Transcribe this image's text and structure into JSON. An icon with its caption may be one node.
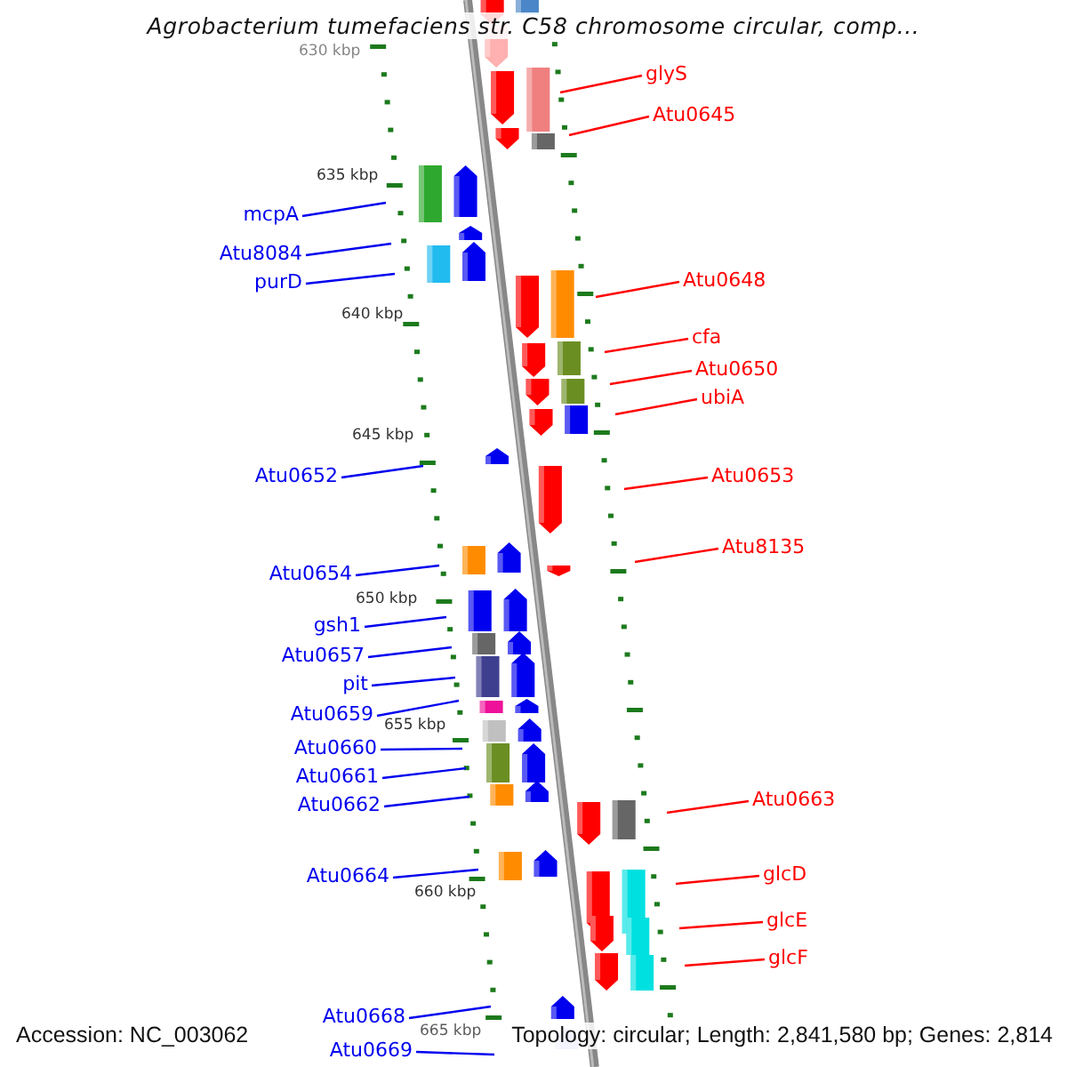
{
  "diagram": {
    "title": "Agrobacterium tumefaciens str. C58 chromosome circular, comp...",
    "nodes": [
      {
        "text": [
          "glyS"
        ]
      },
      {
        "text": [
          "Atu0645"
        ]
      },
      {
        "text": [
          "mcpA"
        ]
      },
      {
        "text": [
          "Atu8084"
        ]
      },
      {
        "text": [
          "purD"
        ]
      },
      {
        "text": [
          "Atu0648"
        ]
      },
      {
        "text": [
          "cfa"
        ]
      },
      {
        "text": [
          "Atu0650"
        ]
      },
      {
        "text": [
          "ubiA"
        ]
      },
      {
        "text": [
          "Atu0652"
        ]
      },
      {
        "text": [
          "Atu0653"
        ]
      },
      {
        "text": [
          "Atu8135"
        ]
      },
      {
        "text": [
          "Atu0654"
        ]
      },
      {
        "text": [
          "gsh1"
        ]
      },
      {
        "text": [
          "Atu0657"
        ]
      },
      {
        "text": [
          "pit"
        ]
      },
      {
        "text": [
          "Atu0659"
        ]
      },
      {
        "text": [
          "Atu0660"
        ]
      },
      {
        "text": [
          "Atu0661"
        ]
      },
      {
        "text": [
          "Atu0663"
        ]
      },
      {
        "text": [
          "Atu0662"
        ]
      },
      {
        "text": [
          "Atu0664"
        ]
      },
      {
        "text": [
          "glcD"
        ]
      },
      {
        "text": [
          "glcE"
        ]
      },
      {
        "text": [
          "glcF"
        ]
      },
      {
        "text": [
          "Atu0668"
        ]
      },
      {
        "text": [
          "Atu0669"
        ]
      }
    ],
    "edges": [
      {
        "from": 0,
        "to": null,
        "arrow": "none",
        "color": "#ff0000"
      },
      {
        "from": 1,
        "to": null,
        "arrow": "none",
        "color": "#ff0000"
      },
      {
        "from": 2,
        "to": null,
        "arrow": "none"
      },
      {
        "from": 3,
        "to": null,
        "arrow": "none"
      },
      {
        "from": 4,
        "to": null,
        "arrow": "none"
      },
      {
        "from": 5,
        "to": null,
        "arrow": "none",
        "color": "#ff0000"
      },
      {
        "from": 6,
        "to": null,
        "arrow": "none",
        "color": "#ff0000"
      },
      {
        "from": 7,
        "to": null,
        "arrow": "none",
        "color": "#ff0000"
      },
      {
        "from": 8,
        "to": null,
        "arrow": "none",
        "color": "#ff0000"
      },
      {
        "from": 9,
        "to": null,
        "arrow": "none"
      },
      {
        "from": 10,
        "to": null,
        "arrow": "none",
        "color": "#ff0000"
      },
      {
        "from": 11,
        "to": null,
        "arrow": "none",
        "color": "#ff0000"
      },
      {
        "from": 12,
        "to": null,
        "arrow": "none"
      },
      {
        "from": 13,
        "to": null,
        "arrow": "none"
      },
      {
        "from": 14,
        "to": null,
        "arrow": "none"
      },
      {
        "from": 15,
        "to": null,
        "arrow": "none"
      },
      {
        "from": 16,
        "to": null,
        "arrow": "none"
      },
      {
        "from": 17,
        "to": null,
        "arrow": "none"
      },
      {
        "from": 18,
        "to": null,
        "arrow": "none"
      },
      {
        "from": 19,
        "to": null,
        "arrow": "none",
        "color": "#ff0000"
      },
      {
        "from": 20,
        "to": null,
        "arrow": "none"
      },
      {
        "from": 21,
        "to": null,
        "arrow": "none"
      },
      {
        "from": 22,
        "to": null,
        "arrow": "none",
        "color": "#ff0000"
      },
      {
        "from": 23,
        "to": null,
        "arrow": "none",
        "color": "#ff0000"
      },
      {
        "from": 24,
        "to": null,
        "arrow": "none",
        "color": "#ff0000"
      },
      {
        "from": 25,
        "to": null,
        "arrow": "none"
      },
      {
        "from": 26,
        "to": null,
        "arrow": "none"
      }
    ],
    "labels": [
      "630 kbp",
      "635 kbp",
      "640 kbp",
      "645 kbp",
      "650 kbp",
      "655 kbp",
      "660 kbp",
      "665 kbp",
      "Accession: NC_003062",
      "Topology: circular; Length: 2,841,580 bp; Genes: 2,814"
    ]
  }
}
